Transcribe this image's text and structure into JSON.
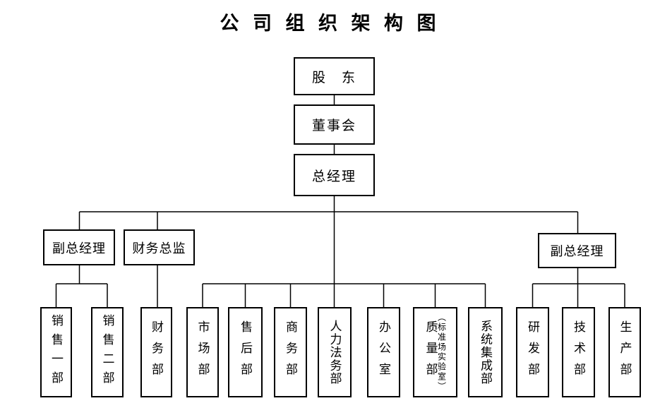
{
  "title": "公 司 组 织 架 构 图",
  "colors": {
    "background": "#ffffff",
    "line": "#000000",
    "box_border": "#000000",
    "text": "#000000"
  },
  "nodes": {
    "shareholders": {
      "label": "股　东"
    },
    "board": {
      "label": "董事会"
    },
    "general_manager": {
      "label": "总经理"
    },
    "deputy_gm_left": {
      "label": "副总经理"
    },
    "finance_director": {
      "label": "财务总监"
    },
    "deputy_gm_right": {
      "label": "副总经理"
    },
    "sales_dept_1": {
      "label": "销售一部"
    },
    "sales_dept_2": {
      "label": "销售二部"
    },
    "finance_dept": {
      "label": "财务部"
    },
    "marketing_dept": {
      "label": "市场部"
    },
    "after_sales_dept": {
      "label": "售后部"
    },
    "business_dept": {
      "label": "商务部"
    },
    "hr_legal_dept": {
      "label": "人力法务部"
    },
    "office": {
      "label": "办公室"
    },
    "quality_dept": {
      "label": "质量部",
      "annotation": "（标准场实验室）"
    },
    "system_integration_dept": {
      "label": "系统集成部"
    },
    "rd_dept": {
      "label": "研发部"
    },
    "technology_dept": {
      "label": "技术部"
    },
    "production_dept": {
      "label": "生产部"
    }
  },
  "hierarchy": {
    "shareholders": [
      "board"
    ],
    "board": [
      "general_manager"
    ],
    "general_manager": [
      "deputy_gm_left",
      "finance_director",
      "marketing_dept",
      "after_sales_dept",
      "business_dept",
      "hr_legal_dept",
      "office",
      "quality_dept",
      "system_integration_dept",
      "deputy_gm_right"
    ],
    "deputy_gm_left": [
      "sales_dept_1",
      "sales_dept_2"
    ],
    "finance_director": [
      "finance_dept"
    ],
    "deputy_gm_right": [
      "rd_dept",
      "technology_dept",
      "production_dept"
    ]
  }
}
